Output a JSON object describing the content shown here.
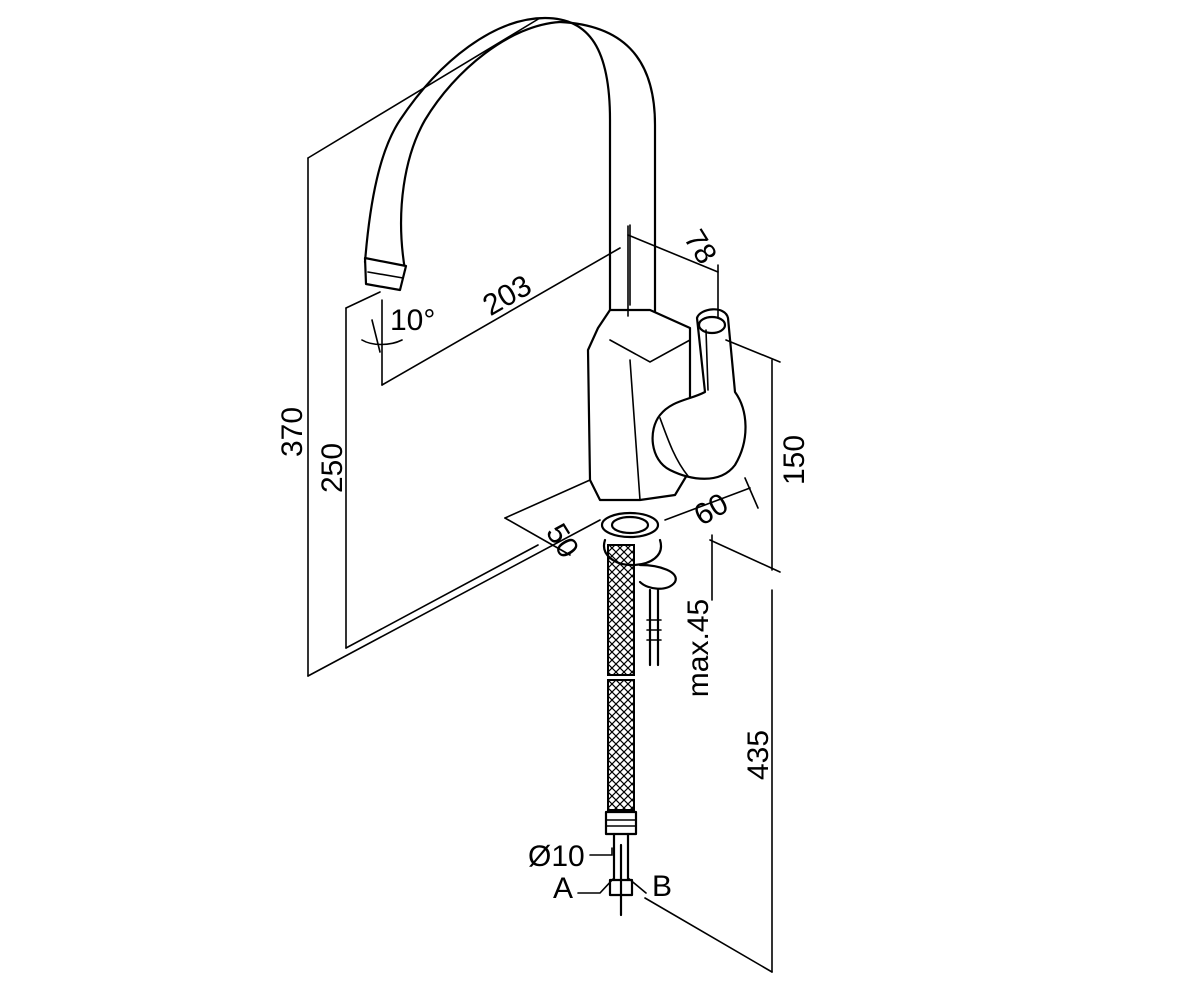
{
  "dimensions": {
    "total_height": "370",
    "spout_height": "250",
    "spout_reach": "203",
    "swivel_angle": "10°",
    "head_depth": "78",
    "body_height": "150",
    "base_width": "60",
    "base_depth": "50",
    "max_deck_thickness": "max.45",
    "hose_length": "435",
    "hose_diameter": "Ø10"
  },
  "connections": {
    "a": "A",
    "b": "B"
  }
}
